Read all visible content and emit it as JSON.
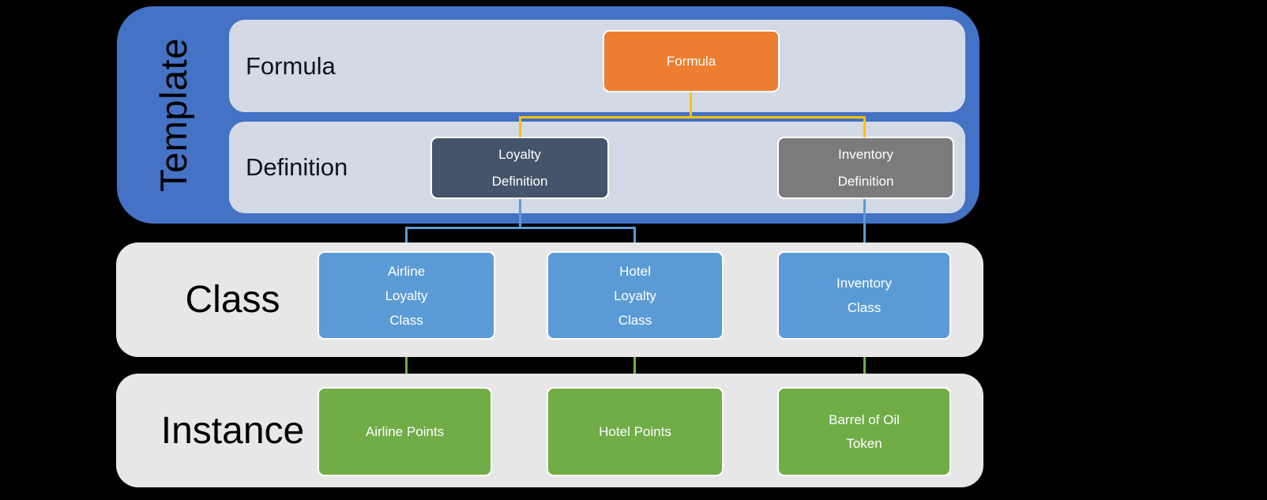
{
  "colors": {
    "canvas_bg": "#000000",
    "template_container": "#4472C4",
    "template_row_bg": "#D4DAE5",
    "band_bg": "#E8E7E7",
    "formula_node": "#ED7D31",
    "loyalty_definition_node": "#44546A",
    "inventory_definition_node": "#7B7B7B",
    "class_node": "#5B9BD5",
    "instance_node": "#70AD47",
    "connector_formula": "#FFC000",
    "connector_definition": "#5B9BD5",
    "connector_instance": "#70AD47"
  },
  "template": {
    "label": "Template",
    "formula_row": {
      "label": "Formula",
      "node_label": "Formula"
    },
    "definition_row": {
      "label": "Definition",
      "nodes": [
        {
          "lines": [
            "Loyalty",
            "Definition"
          ]
        },
        {
          "lines": [
            "Inventory",
            "Definition"
          ]
        }
      ]
    }
  },
  "class_row": {
    "label": "Class",
    "nodes": [
      {
        "lines": [
          "Airline",
          "Loyalty",
          "Class"
        ]
      },
      {
        "lines": [
          "Hotel",
          "Loyalty",
          "Class"
        ]
      },
      {
        "lines": [
          "Inventory",
          "Class"
        ]
      }
    ]
  },
  "instance_row": {
    "label": "Instance",
    "nodes": [
      {
        "lines": [
          "Airline Points"
        ]
      },
      {
        "lines": [
          "Hotel Points"
        ]
      },
      {
        "lines": [
          "Barrel of Oil",
          "Token"
        ]
      }
    ]
  }
}
